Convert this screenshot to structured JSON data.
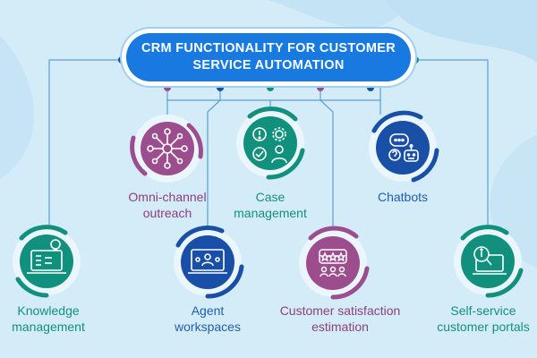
{
  "title": {
    "line1": "CRM FUNCTIONALITY FOR CUSTOMER",
    "line2": "SERVICE AUTOMATION"
  },
  "colors": {
    "background": "#d4ecf8",
    "blue": "#1879e0",
    "dark_blue": "#1a4fa8",
    "teal": "#12907e",
    "purple": "#9c4d8e",
    "text_blue": "#1d5fb0",
    "text_purple": "#8c3f80"
  },
  "nodes": [
    {
      "id": "omni",
      "label_lines": [
        "Omni-channel",
        "outreach"
      ],
      "icon": "network-hub-icon",
      "color": "purple"
    },
    {
      "id": "case",
      "label_lines": [
        "Case",
        "management"
      ],
      "icon": "case-management-icon",
      "color": "teal"
    },
    {
      "id": "chatbots",
      "label_lines": [
        "Chatbots"
      ],
      "icon": "chatbot-icon",
      "color": "dark_blue"
    },
    {
      "id": "knowledge",
      "label_lines": [
        "Knowledge",
        "management"
      ],
      "icon": "knowledge-screen-icon",
      "color": "teal"
    },
    {
      "id": "agent",
      "label_lines": [
        "Agent",
        "workspaces"
      ],
      "icon": "agent-workspace-icon",
      "color": "dark_blue"
    },
    {
      "id": "csat",
      "label_lines": [
        "Customer satisfaction",
        "estimation"
      ],
      "icon": "satisfaction-rating-icon",
      "color": "purple"
    },
    {
      "id": "selfservice",
      "label_lines": [
        "Self-service",
        "customer portals"
      ],
      "icon": "self-service-portal-icon",
      "color": "teal"
    }
  ]
}
